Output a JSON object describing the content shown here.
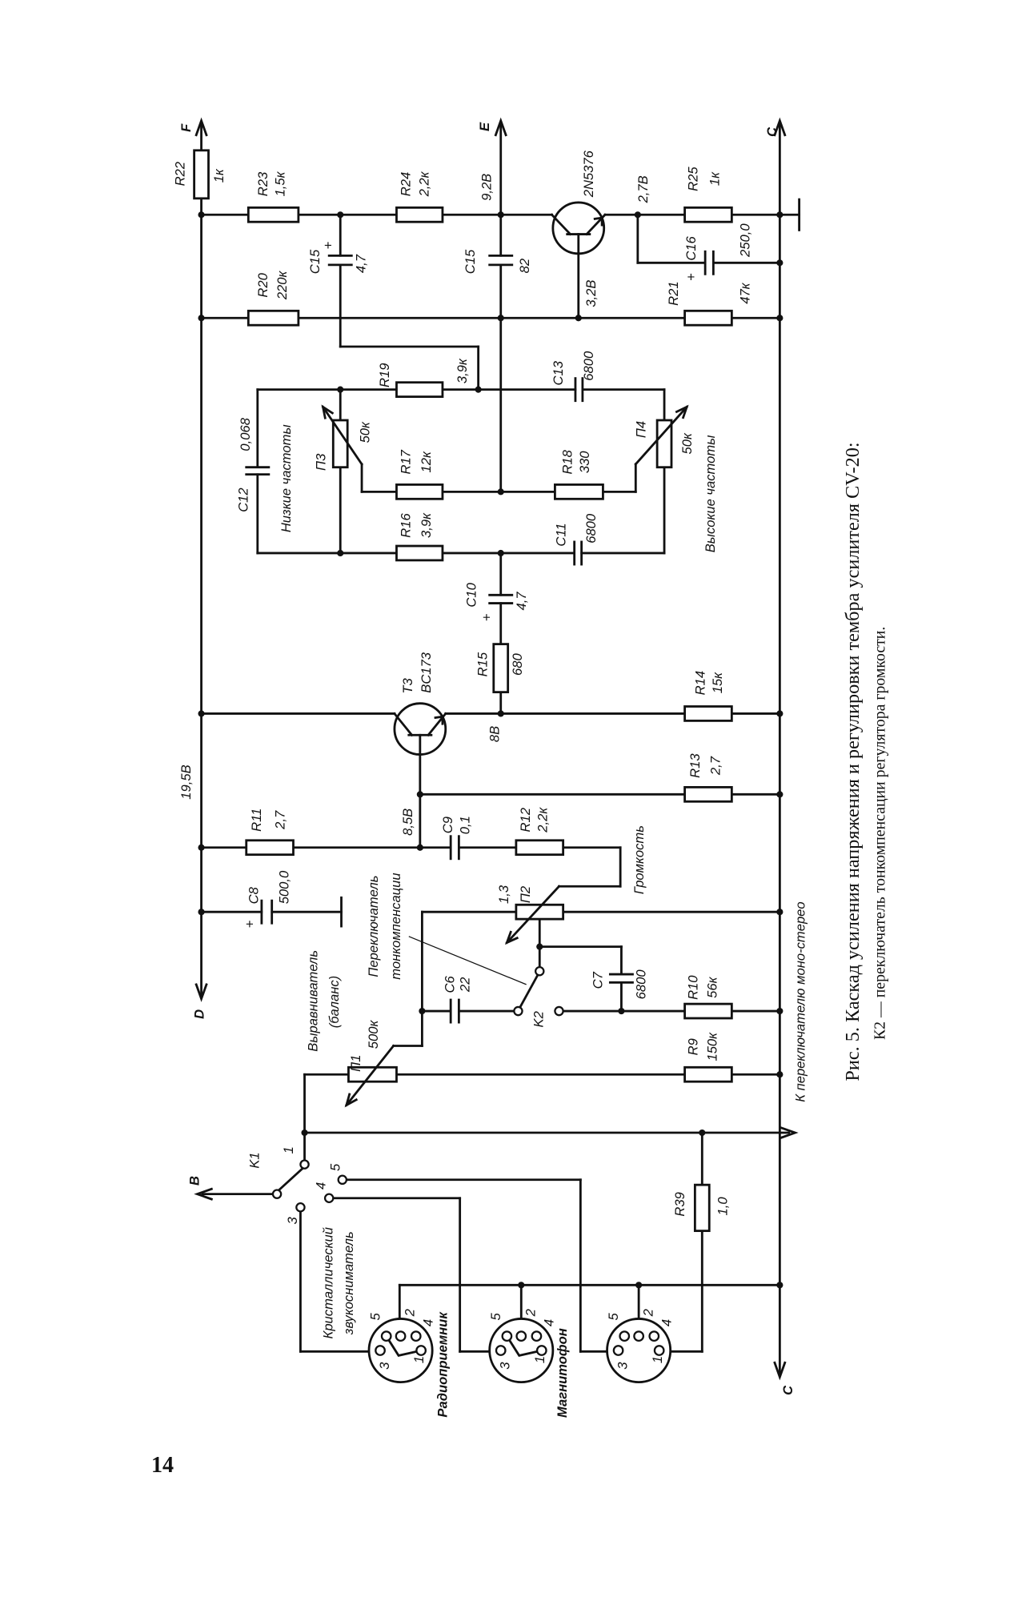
{
  "page_number": "14",
  "caption": {
    "title": "Рис. 5. Каскад усиления напряжения и регулировки тембра усилителя CV-20:",
    "note": "К2 — переключатель тонкомпенсации регулятора громкости."
  },
  "terminals": {
    "F": "F",
    "E": "E",
    "C_top": "C",
    "D": "D",
    "B": "B",
    "C_bottom": "C"
  },
  "polarity": "+",
  "components": {
    "R22": {
      "ref": "R22",
      "value": "1к"
    },
    "R23": {
      "ref": "R23",
      "value": "1,5к"
    },
    "R24": {
      "ref": "R24",
      "value": "2,2к"
    },
    "R25": {
      "ref": "R25",
      "value": "1к"
    },
    "R20": {
      "ref": "R20",
      "value": "220к"
    },
    "R21": {
      "ref": "R21",
      "value": "47к"
    },
    "R19": {
      "ref": "R19",
      "value": "3,9к"
    },
    "R17": {
      "ref": "R17",
      "value": "12к"
    },
    "R18": {
      "ref": "R18",
      "value": "330"
    },
    "R16": {
      "ref": "R16",
      "value": "3,9к"
    },
    "R15": {
      "ref": "R15",
      "value": "680"
    },
    "R14": {
      "ref": "R14",
      "value": "15к"
    },
    "R13": {
      "ref": "R13",
      "value": "2,7"
    },
    "R11": {
      "ref": "R11",
      "value": "2,7"
    },
    "R12": {
      "ref": "R12",
      "value": "2,2к"
    },
    "R10": {
      "ref": "R10",
      "value": "56к"
    },
    "R9": {
      "ref": "R9",
      "value": "150к"
    },
    "R39": {
      "ref": "R39",
      "value": "1,0"
    },
    "C15a": {
      "ref": "C15",
      "value": "4,7"
    },
    "C15b": {
      "ref": "C15",
      "value": "82"
    },
    "C16": {
      "ref": "C16",
      "value": "250,0"
    },
    "C13": {
      "ref": "C13",
      "value": "6800"
    },
    "C12": {
      "ref": "C12",
      "value": "0,068"
    },
    "C11": {
      "ref": "C11",
      "value": "6800"
    },
    "C10": {
      "ref": "C10",
      "value": "4,7"
    },
    "C9": {
      "ref": "C9",
      "value": "0,1"
    },
    "C8": {
      "ref": "C8",
      "value": "500,0"
    },
    "C7": {
      "ref": "C7",
      "value": "6800"
    },
    "C6": {
      "ref": "C6",
      "value": "22"
    },
    "P3": {
      "ref": "П3",
      "value": "50к"
    },
    "P4": {
      "ref": "П4",
      "value": "50к"
    },
    "P2": {
      "ref": "П2",
      "value": "1,3"
    },
    "P1": {
      "ref": "П1",
      "value": "500к"
    },
    "T3": {
      "ref": "T3",
      "value": "BC173"
    },
    "T4": {
      "value": "2N5376"
    },
    "K1": {
      "ref": "K1"
    },
    "K2": {
      "ref": "K2"
    }
  },
  "voltages": {
    "v92": "9,2В",
    "v27": "2,7В",
    "v32": "3,2В",
    "v8": "8В",
    "v195": "19,5В",
    "v85": "8,5В"
  },
  "annotations": {
    "low": "Низкие частоты",
    "high": "Высокие частоты",
    "volume": "Громкость",
    "loudness_1": "Переключатель",
    "loudness_2": "тонкомпенсации",
    "balance_1": "Выравниватель",
    "balance_2": "(баланс)",
    "mono_stereo": "К переключателю моно-стерео",
    "crystal_1": "Кристаллический",
    "crystal_2": "звукосниматель",
    "radio": "Радиоприемник",
    "tape": "Магнитофон"
  },
  "switch_contacts": {
    "k1_1": "1",
    "k1_3": "3",
    "k1_4": "4",
    "k1_5": "5"
  },
  "connector_pins": {
    "p1": "1",
    "p2": "2",
    "p3": "3",
    "p4": "4",
    "p5": "5"
  }
}
